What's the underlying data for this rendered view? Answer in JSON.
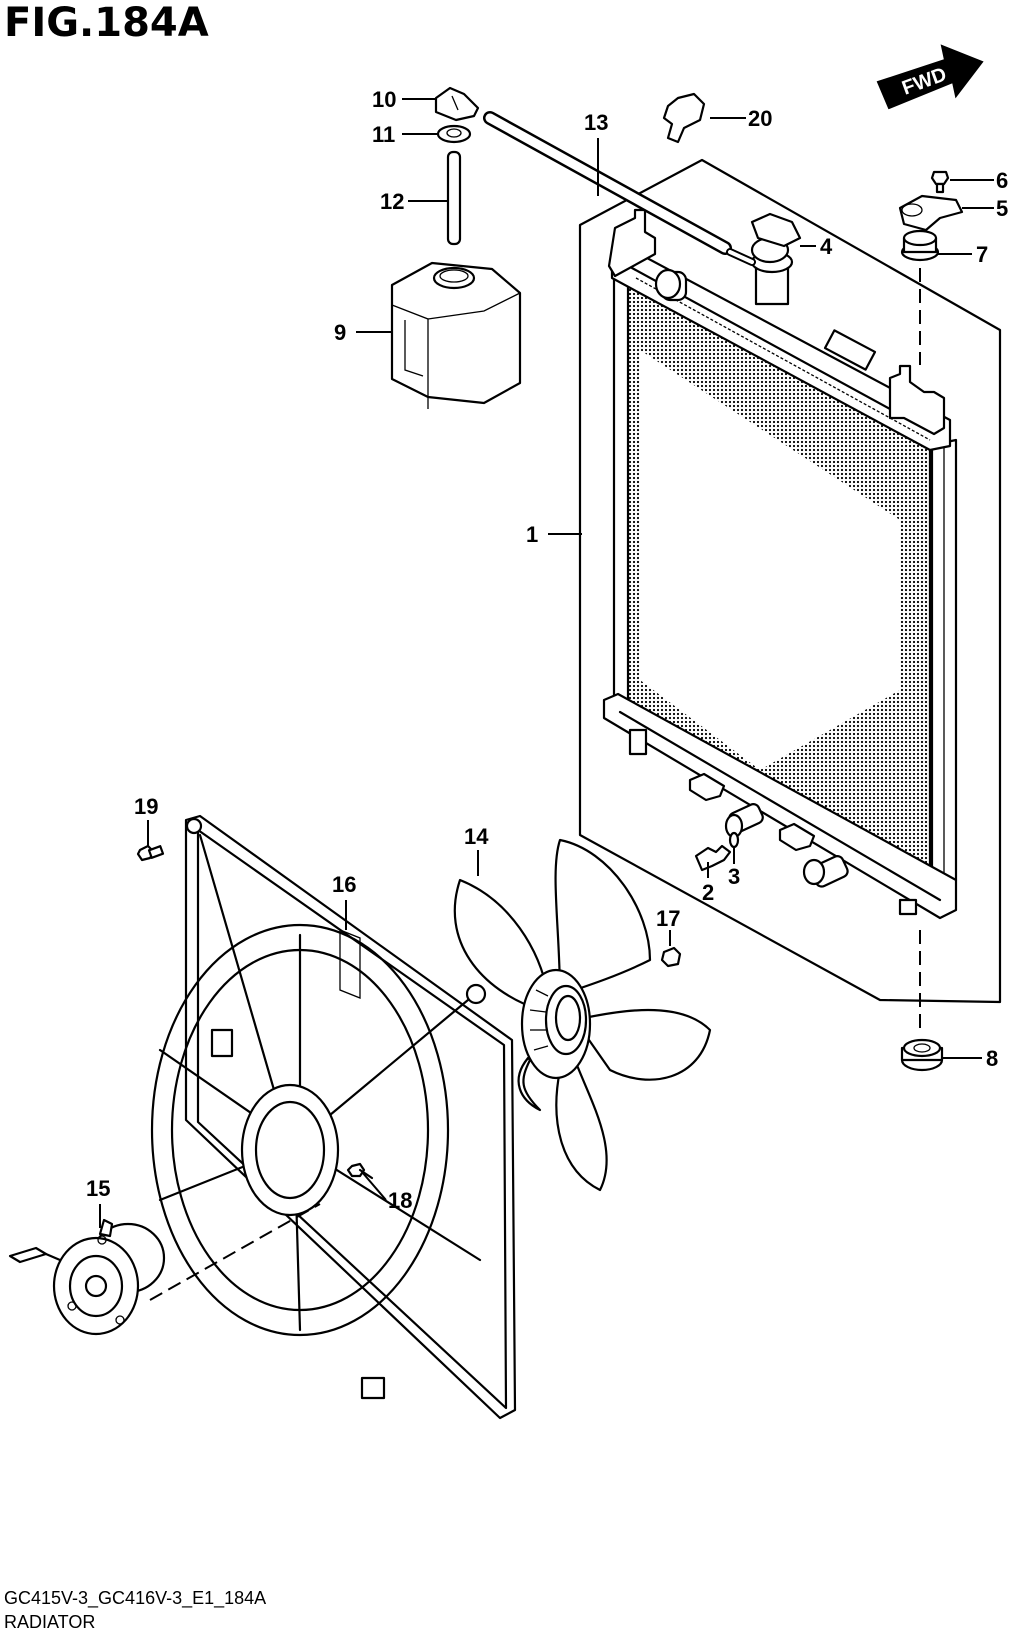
{
  "figure_title": "FIG.184A",
  "direction_label": "FWD",
  "drawing_code": "GC415V-3_GC416V-3_E1_184A",
  "caption": "RADIATOR",
  "callouts": {
    "c1": "1",
    "c2": "2",
    "c3": "3",
    "c4": "4",
    "c5": "5",
    "c6": "6",
    "c7": "7",
    "c8": "8",
    "c9": "9",
    "c10": "10",
    "c11": "11",
    "c12": "12",
    "c13": "13",
    "c14": "14",
    "c15": "15",
    "c16": "16",
    "c17": "17",
    "c18": "18",
    "c19": "19",
    "c20": "20"
  }
}
